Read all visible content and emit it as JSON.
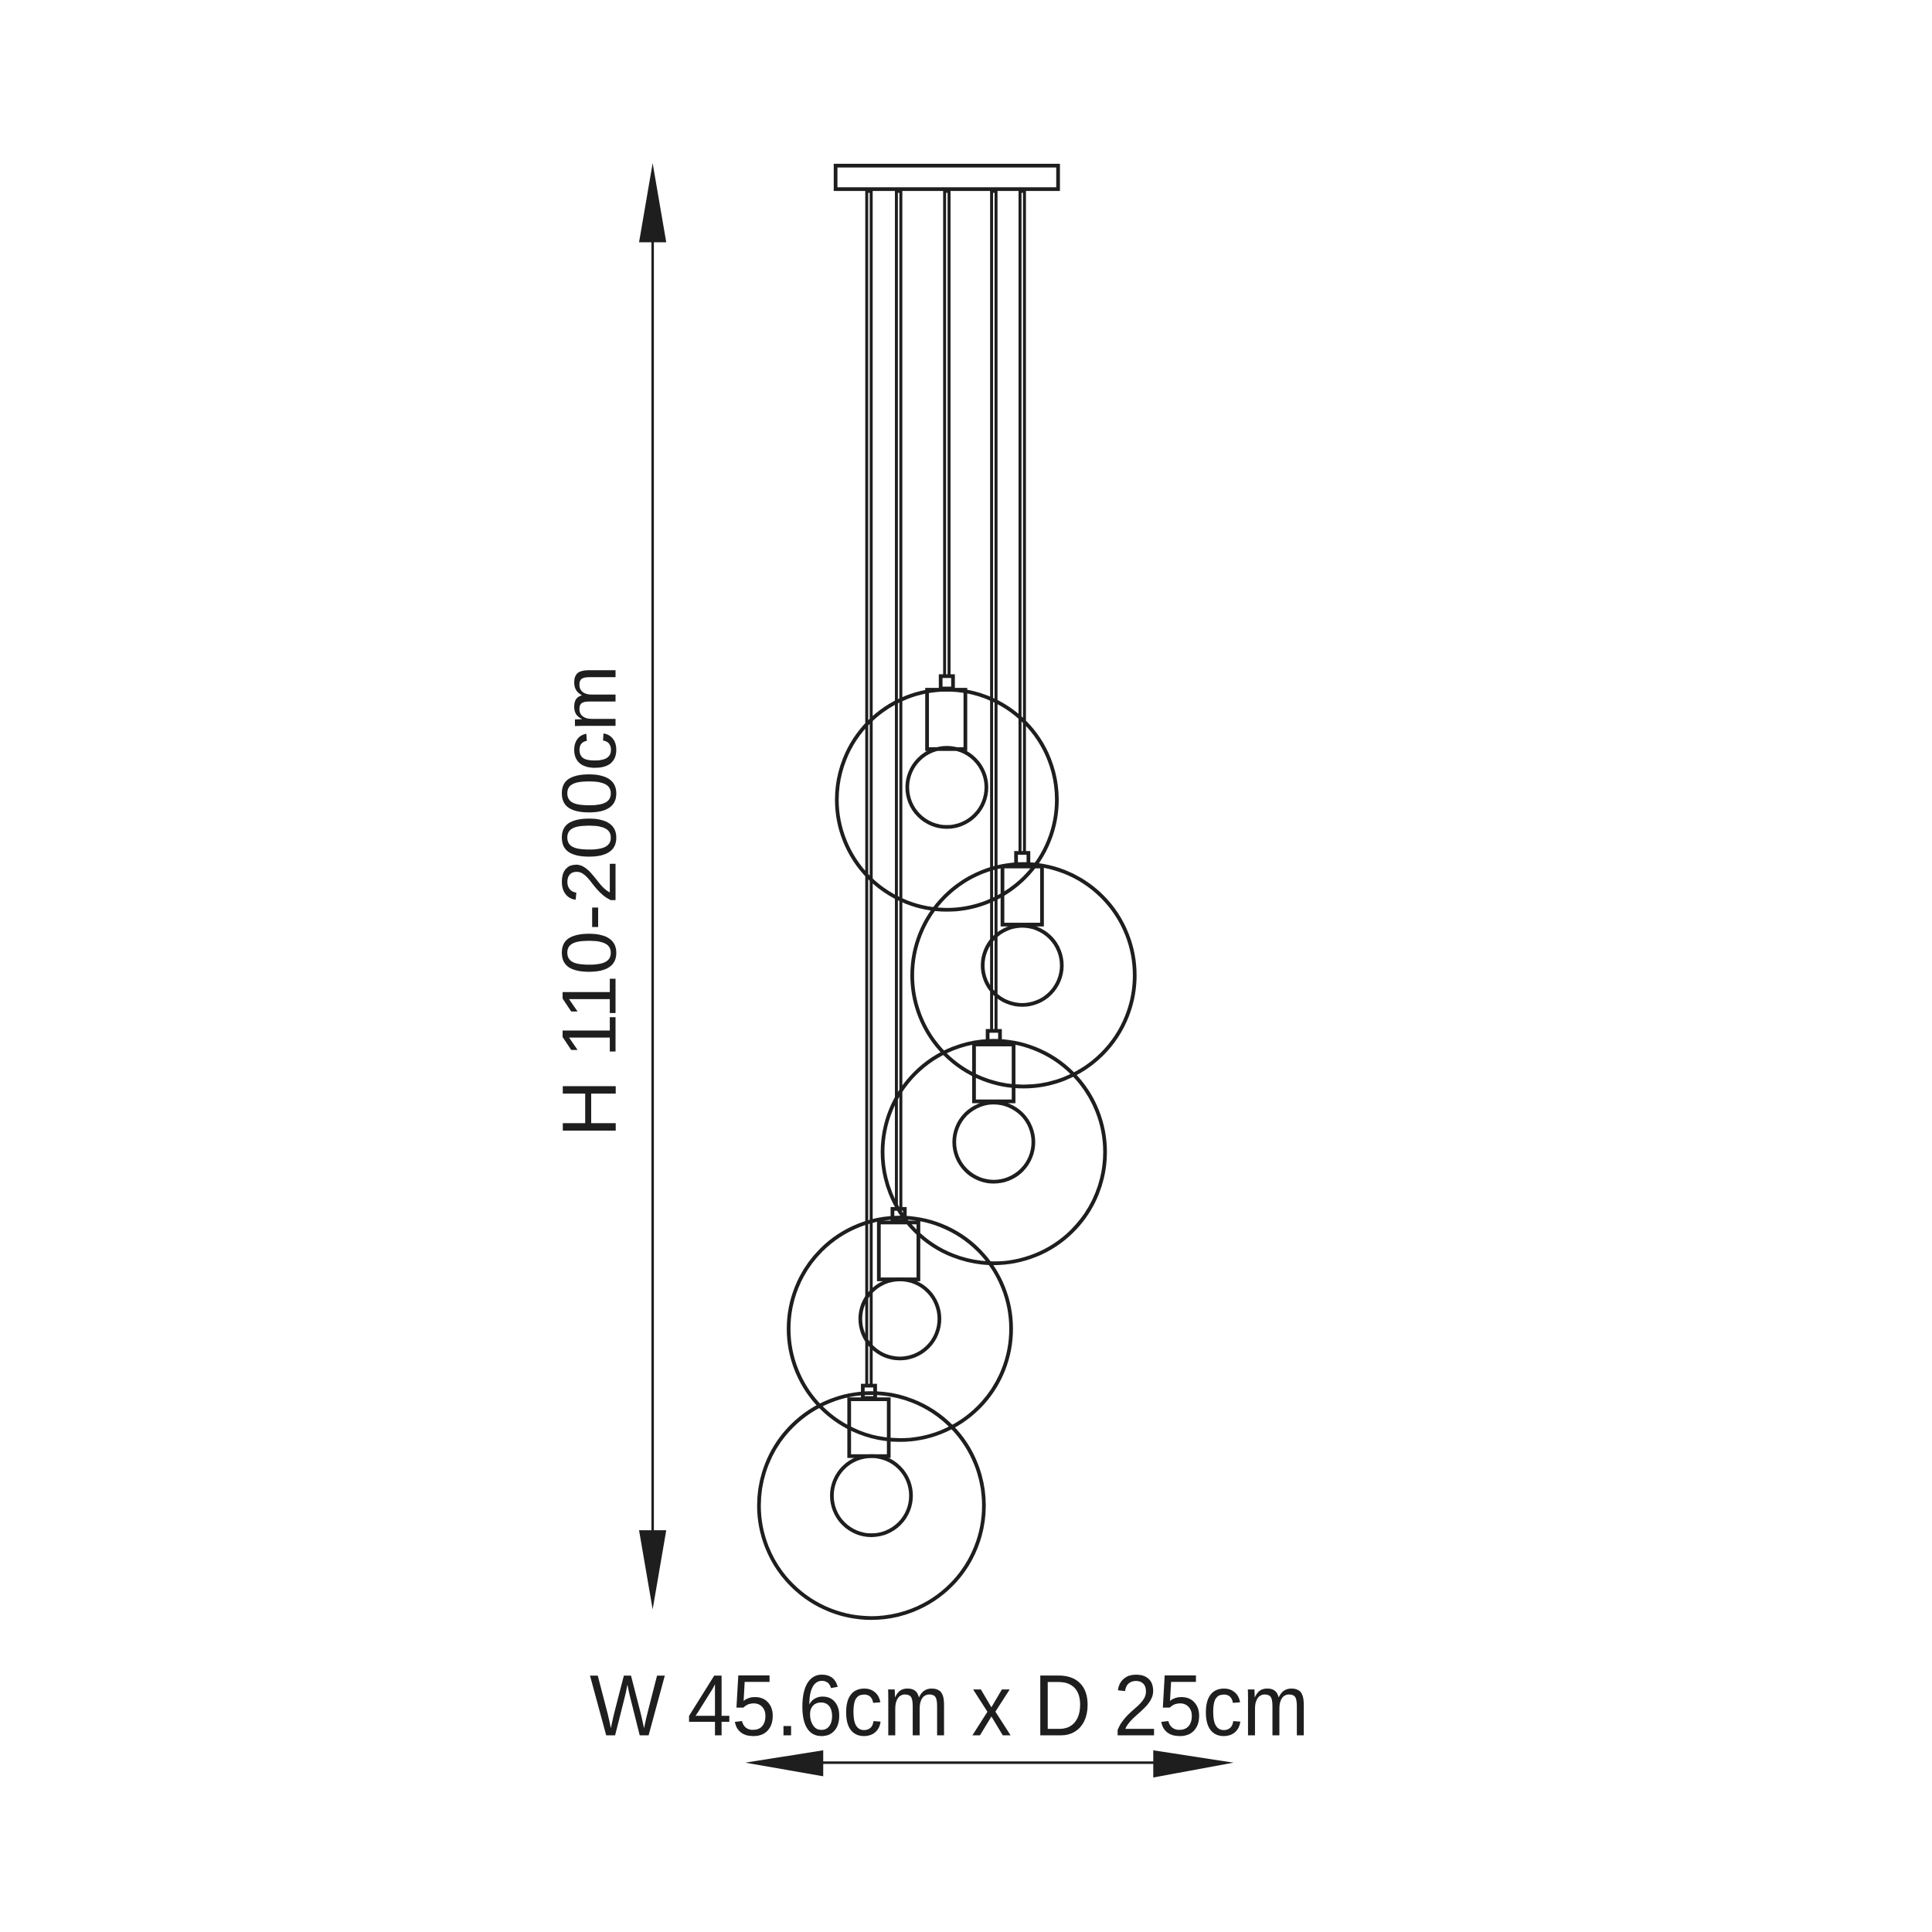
{
  "title": "Pendant light dimension drawing",
  "dimensions": {
    "height_label": "H 110-200cm",
    "width_depth_label": "W 45.6cm x D 25cm"
  },
  "fixture": {
    "pendant_count": 5
  },
  "colors": {
    "line": "#1e1e1e",
    "background": "#ffffff"
  }
}
